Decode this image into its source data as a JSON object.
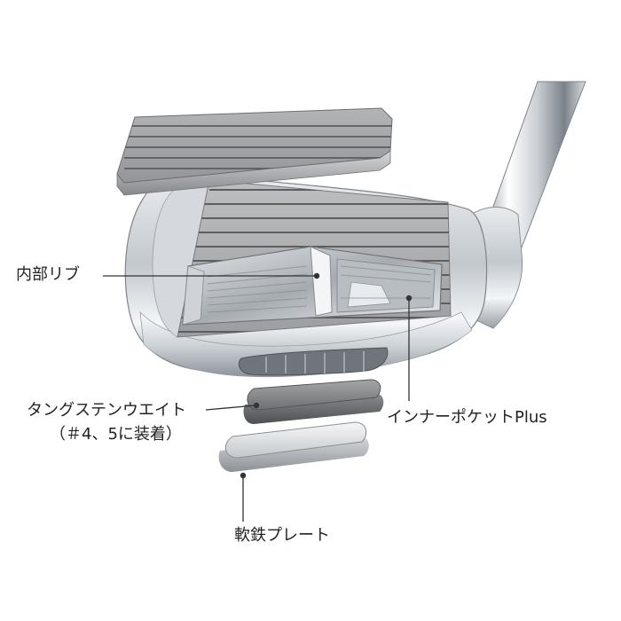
{
  "labels": {
    "internal_rib": "内部リブ",
    "tungsten_weight": "タングステンウエイト",
    "tungsten_note": "（＃4、5に装着）",
    "inner_pocket": "インナーポケットPlus",
    "soft_iron_plate": "軟鉄プレート"
  },
  "colors": {
    "line": "#333333",
    "text": "#222222",
    "chrome_light": "#f2f4f6",
    "chrome_dark": "#8e949b",
    "face_gray": "#a9aaac",
    "tungsten": "#7e7f82"
  }
}
